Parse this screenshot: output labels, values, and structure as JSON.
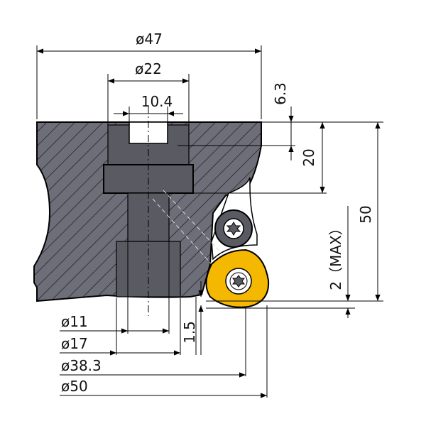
{
  "drawing": {
    "body_color": "#6e6e78",
    "bore_color": "#5a5a63",
    "insert_color": "#f5b800",
    "insert_screw_icon": "torx-screw-icon",
    "clamp_screw_icon": "torx-screw-icon"
  },
  "dimensions": {
    "d47": "ø47",
    "d22": "ø22",
    "w10_4": "10.4",
    "h6_3": "6.3",
    "h20": "20",
    "h50": "50",
    "max2": "2（MAX）",
    "h1_5": "1.5",
    "d11": "ø11",
    "d17": "ø17",
    "d38_3": "ø38.3",
    "d50": "ø50"
  }
}
